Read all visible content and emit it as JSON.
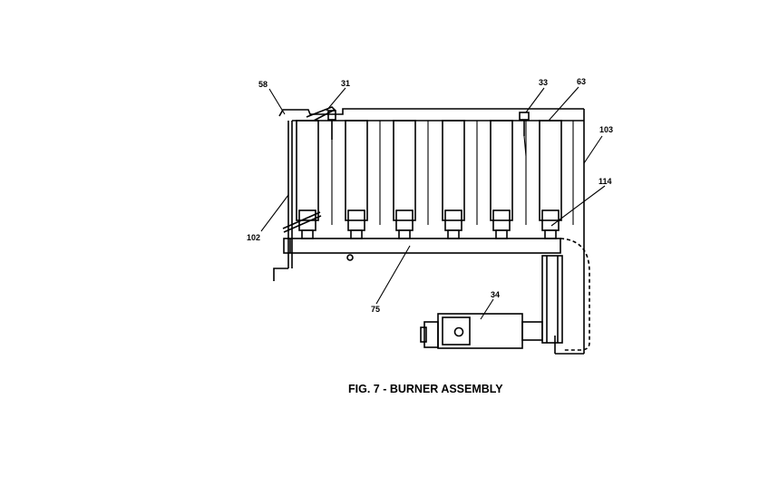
{
  "figure": {
    "caption": "FIG. 7 - BURNER ASSEMBLY",
    "callouts": {
      "c58": "58",
      "c31": "31",
      "c33": "33",
      "c63": "63",
      "c103": "103",
      "c114": "114",
      "c102": "102",
      "c75": "75",
      "c34": "34"
    }
  }
}
